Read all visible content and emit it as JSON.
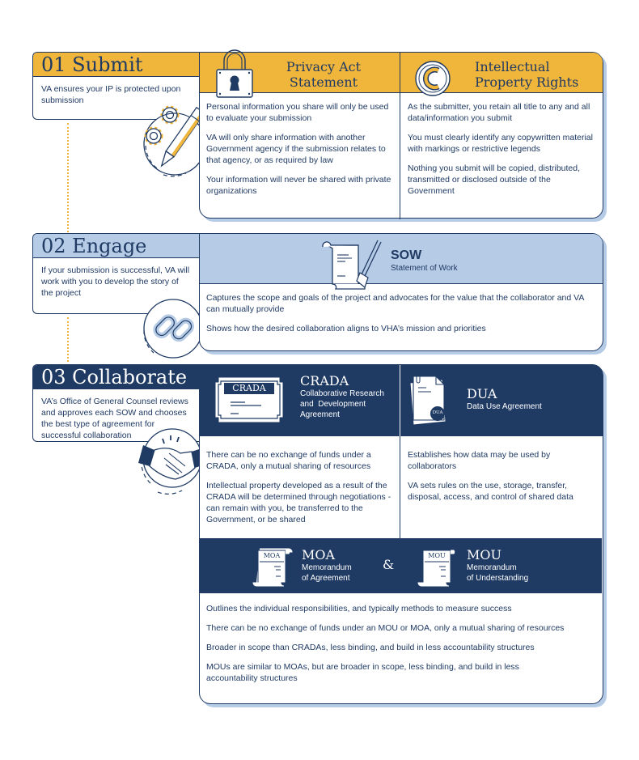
{
  "colors": {
    "gold": "#f0b53b",
    "navy": "#1f3a63",
    "light_blue": "#b6cbe6",
    "white": "#ffffff"
  },
  "steps": [
    {
      "number": "01",
      "title": "01 Submit",
      "description": "VA ensures your IP is protected upon submission",
      "icon": "gears-pencil-icon"
    },
    {
      "number": "02",
      "title": "02 Engage",
      "description": "If your submission is successful, VA will work with you to develop the story of the project",
      "icon": "chain-link-icon"
    },
    {
      "number": "03",
      "title": "03 Collaborate",
      "description": "VA’s Office of General Counsel reviews and approves each SOW and chooses the best type of agreement for successful collaboration",
      "icon": "handshake-icon"
    }
  ],
  "submit_panel": {
    "privacy": {
      "title_line1": "Privacy Act",
      "title_line2": "Statement",
      "icon": "padlock-icon",
      "points": [
        "Personal information you share will only be used to evaluate your submission",
        "VA will only share information with another Government agency if the submission relates to that agency, or as required by law",
        "Your information will never be shared with private organizations"
      ]
    },
    "ip_rights": {
      "title_line1": "Intellectual",
      "title_line2": "Property Rights",
      "icon": "copyright-icon",
      "points": [
        "As the submitter, you retain all title to any and all data/information you submit",
        "You must clearly identify any copywritten material with markings or restrictive legends",
        "Nothing you submit will be copied, distributed, transmitted or disclosed outside of the Government"
      ]
    }
  },
  "engage_panel": {
    "sow": {
      "title": "SOW",
      "subtitle": "Statement of Work",
      "icon": "scroll-quill-icon",
      "points": [
        "Captures the scope and goals of the project and advocates for the value that the collaborator and VA can mutually provide",
        "Shows how the desired collaboration aligns to VHA’s mission and priorities"
      ]
    }
  },
  "collaborate_panel": {
    "crada": {
      "title": "CRADA",
      "subtitle_line1": "Collaborative Research",
      "subtitle_line2": "and  Development",
      "subtitle_line3": "Agreement",
      "icon_label": "CRADA",
      "icon": "certificate-icon",
      "points": [
        "There can be no exchange of funds under a CRADA, only a mutual sharing of resources",
        "Intellectual property developed as a result of the CRADA will be determined through negotiations - can remain with you, be transferred to the Government, or be shared"
      ]
    },
    "dua": {
      "title": "DUA",
      "subtitle": "Data Use Agreement",
      "icon_label": "DUA",
      "icon": "document-clip-icon",
      "points": [
        "Establishes how data may be used by collaborators",
        "VA sets rules on the use, storage, transfer, disposal, access, and control of shared data"
      ]
    },
    "moa": {
      "title": "MOA",
      "subtitle_line1": "Memorandum",
      "subtitle_line2": "of Agreement",
      "icon_label": "MOA",
      "icon": "scroll-icon"
    },
    "ampersand": "&",
    "mou": {
      "title": "MOU",
      "subtitle_line1": "Memorandum",
      "subtitle_line2": "of Understanding",
      "icon_label": "MOU",
      "icon": "scroll-icon"
    },
    "mo_points": [
      "Outlines the individual responsibilities, and typically methods to measure success",
      "There can be no exchange of funds under an MOU or MOA, only a mutual sharing of resources",
      "Broader in scope than CRADAs, less binding, and build in less accountability structures",
      "MOUs are similar to MOAs, but are broader in scope, less binding, and build in less accountability structures"
    ]
  }
}
